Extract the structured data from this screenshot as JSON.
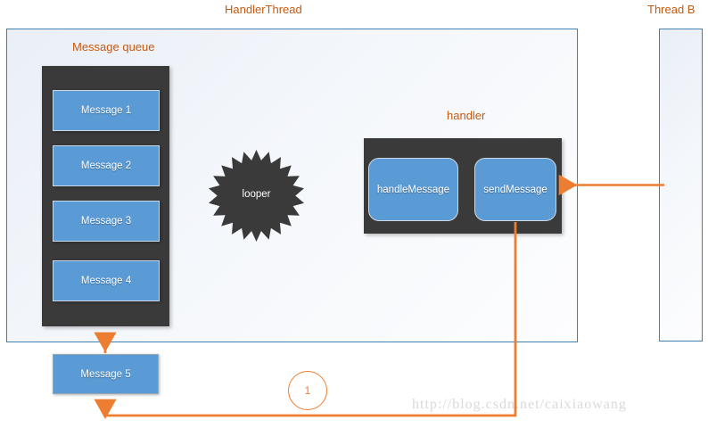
{
  "diagram": {
    "title_labels": {
      "handler_thread": "HandlerThread",
      "thread_b": "Thread B",
      "message_queue": "Message queue",
      "handler": "handler"
    },
    "queue": {
      "messages": [
        {
          "label": "Message 1"
        },
        {
          "label": "Message 2"
        },
        {
          "label": "Message 3"
        },
        {
          "label": "Message 4"
        }
      ],
      "pending_message": {
        "label": "Message 5"
      }
    },
    "looper": {
      "label": "looper"
    },
    "handler_methods": [
      {
        "label": "handleMessage"
      },
      {
        "label": "sendMessage"
      }
    ],
    "step_markers": [
      {
        "label": "1"
      }
    ],
    "watermark": "http://blog.csdn.net/caixiaowang",
    "colors": {
      "accent_orange": "#ed7d31",
      "label_orange": "#c55a11",
      "box_blue": "#5b9bd5",
      "thread_border": "#417fb3",
      "dark_fill": "#3a3a3a",
      "watermark_gray": "#d9d9d9"
    }
  }
}
